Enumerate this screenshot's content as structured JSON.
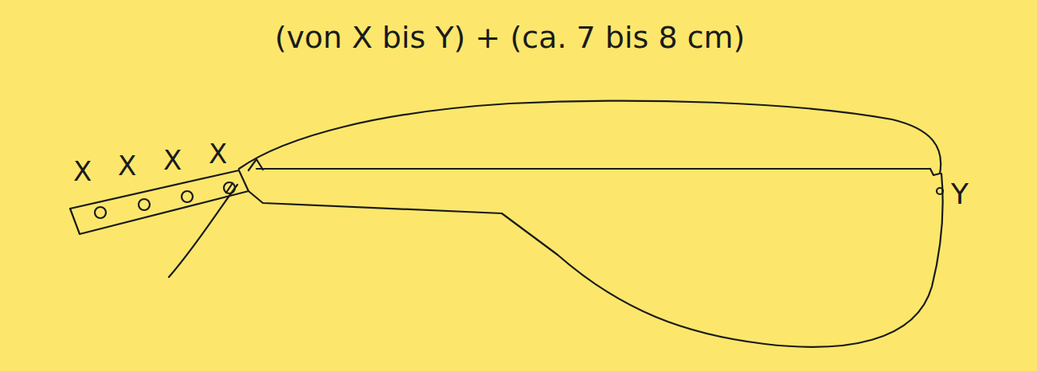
{
  "diagram": {
    "labels": [
      "(von X bis Y) + (ca. 7 bis 8 cm)",
      "X",
      "X",
      "X",
      "X",
      "Y"
    ]
  }
}
